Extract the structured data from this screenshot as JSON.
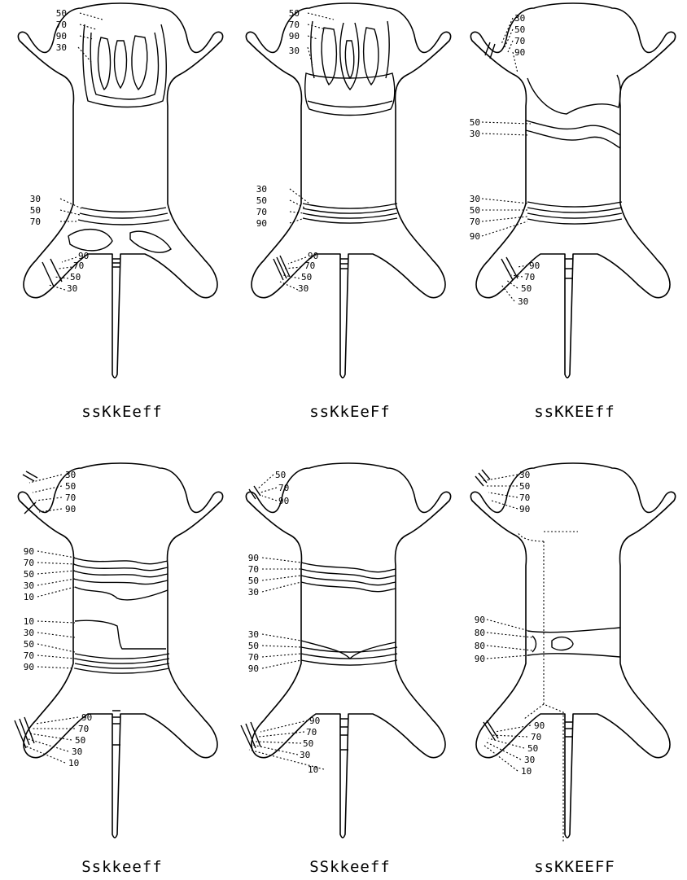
{
  "panels": [
    {
      "genotype": "ssKkEeff",
      "labels": {
        "head": [
          "50",
          "70",
          "90",
          "30"
        ],
        "mid": [],
        "lower": [],
        "waist": [
          "30",
          "50",
          "70"
        ],
        "leg": [
          "90",
          "70",
          "50",
          "30"
        ]
      }
    },
    {
      "genotype": "ssKkEeFf",
      "labels": {
        "head": [
          "50",
          "70",
          "90",
          "30"
        ],
        "mid": [],
        "lower": [],
        "waist": [
          "30",
          "50",
          "70",
          "90"
        ],
        "leg": [
          "90",
          "70",
          "50",
          "30"
        ]
      }
    },
    {
      "genotype": "ssKKEEff",
      "labels": {
        "head": [
          "30",
          "50",
          "70",
          "90"
        ],
        "mid": [
          "50",
          "30"
        ],
        "lower": [],
        "waist": [
          "30",
          "50",
          "70",
          "90"
        ],
        "leg": [
          "90",
          "70",
          "50",
          "30"
        ]
      }
    },
    {
      "genotype": "Sskkeeff",
      "labels": {
        "head": [
          "30",
          "50",
          "70",
          "90"
        ],
        "mid": [
          "90",
          "70",
          "50",
          "30",
          "10"
        ],
        "lower": [
          "10",
          "30",
          "50",
          "70",
          "90"
        ],
        "waist": [],
        "leg": [
          "90",
          "70",
          "50",
          "30",
          "10"
        ]
      }
    },
    {
      "genotype": "SSkkeeff",
      "labels": {
        "head": [
          "50",
          "70",
          "90"
        ],
        "mid": [
          "90",
          "70",
          "50",
          "30"
        ],
        "lower": [
          "30",
          "50",
          "70",
          "90"
        ],
        "waist": [],
        "leg": [
          "90",
          "70",
          "50",
          "30",
          "10"
        ]
      }
    },
    {
      "genotype": "ssKKEEFF",
      "labels": {
        "head": [
          "30",
          "50",
          "70",
          "90"
        ],
        "mid": [
          "90",
          "80",
          "80",
          "90"
        ],
        "lower": [],
        "waist": [],
        "leg": [
          "90",
          "70",
          "50",
          "30",
          "10"
        ]
      }
    }
  ]
}
